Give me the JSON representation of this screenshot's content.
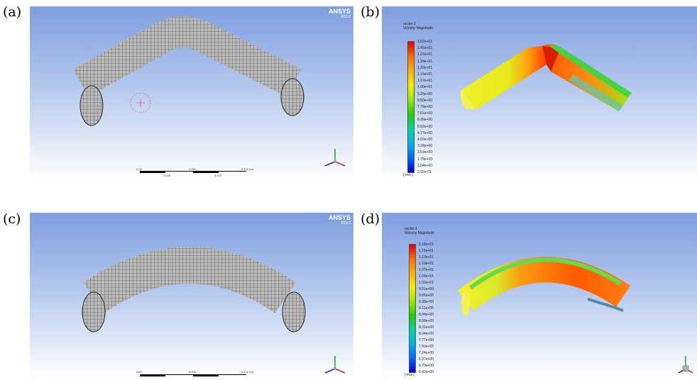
{
  "panels": {
    "a": {
      "label": "(a)",
      "logo": "ANSYS",
      "logo_release": "R15.0",
      "scale_labels": [
        "0.00",
        "0.050",
        "0.100 (m)",
        "0.025",
        "0.075"
      ]
    },
    "b": {
      "label": "(b)",
      "title_line1": "vector-1",
      "title_line2": "Velocity Magnitude",
      "unit": "[ m/s ]",
      "ticks": [
        "1.52e+01",
        "1.45e+01",
        "1.37e+01",
        "1.30e+01",
        "1.22e+01",
        "1.15e+01",
        "1.07e+01",
        "1.00e+01",
        "9.25e+00",
        "8.50e+00",
        "7.76e+00",
        "7.01e+00",
        "6.26e+00",
        "5.52e+00",
        "4.77e+00",
        "4.02e+00",
        "3.28e+00",
        "2.53e+00",
        "1.79e+00",
        "1.04e+00",
        "2.92e-01"
      ]
    },
    "c": {
      "label": "(c)",
      "logo": "ANSYS",
      "logo_release": "R15.0",
      "scale_labels": [
        "0.00",
        "0.050",
        "0.100 (m)"
      ]
    },
    "d": {
      "label": "(d)",
      "title_line1": "vector-1",
      "title_line2": "Velocity Magnitude",
      "unit": "[ m/s ]",
      "ticks": [
        "1.18e+01",
        "1.15e+01",
        "1.13e+01",
        "1.10e+01",
        "1.07e+01",
        "1.04e+01",
        "1.02e+01",
        "9.91e+00",
        "9.65e+00",
        "9.38e+00",
        "9.11e+00",
        "8.84e+00",
        "8.58e+00",
        "8.31e+00",
        "8.04e+00",
        "7.77e+00",
        "7.50e+00",
        "7.24e+00",
        "6.97e+00",
        "6.70e+00",
        "6.43e+00"
      ]
    }
  },
  "colors": {
    "viewport_top": "#7f9ee0",
    "viewport_bottom": "#ffffff",
    "mesh_fill": "#b8b8b8",
    "mesh_line": "#3a3a3a"
  }
}
